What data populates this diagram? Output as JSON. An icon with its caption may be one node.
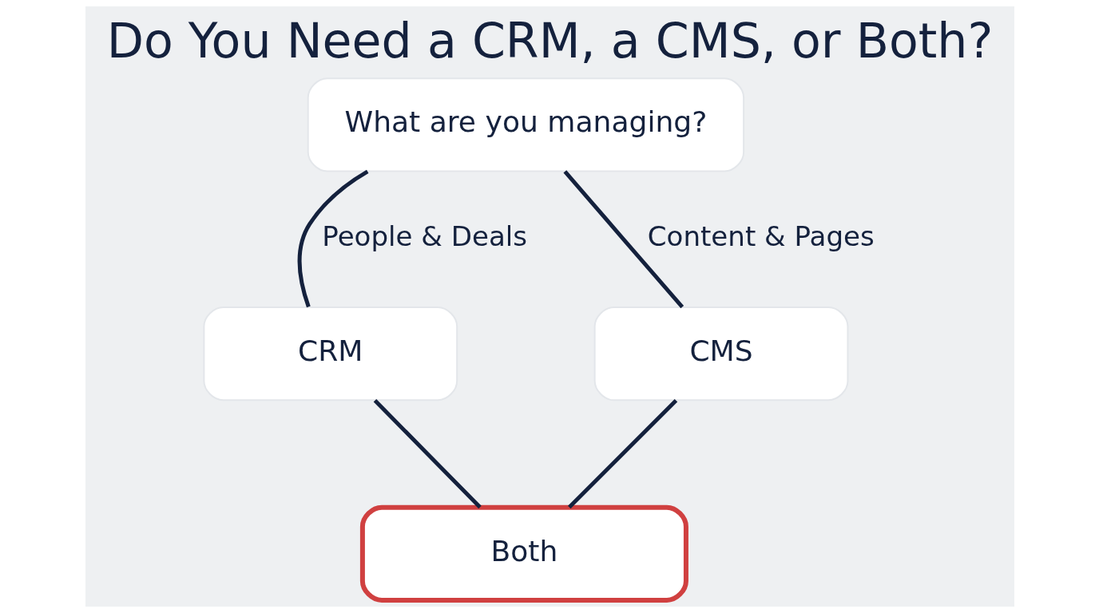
{
  "diagram": {
    "title": "Do You Need a CRM, a CMS, or Both?",
    "nodes": [
      {
        "text": [
          "What are you managing?"
        ]
      },
      {
        "text": [
          "CRM"
        ]
      },
      {
        "text": [
          "CMS"
        ]
      },
      {
        "text": [
          "Both"
        ]
      }
    ],
    "edges": [
      {
        "from": 0,
        "to": 1,
        "arrow": "none",
        "label": "People & Deals"
      },
      {
        "from": 0,
        "to": 2,
        "arrow": "none",
        "label": "Content & Pages"
      },
      {
        "from": 1,
        "to": 3,
        "arrow": "none"
      },
      {
        "from": 2,
        "to": 3,
        "arrow": "none"
      }
    ]
  }
}
